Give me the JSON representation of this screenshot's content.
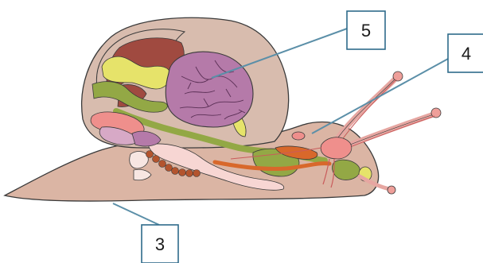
{
  "labels": [
    {
      "id": "5",
      "text": "5"
    },
    {
      "id": "4",
      "text": "4"
    },
    {
      "id": "3",
      "text": "3"
    }
  ],
  "colors": {
    "body": "#d9b3a3",
    "shell": "#d8bdb0",
    "outline": "#3a3a3a",
    "lung_purple": "#b57aa9",
    "liver_brown": "#a04a40",
    "gland_yellow": "#e6e36a",
    "gut_green": "#93a845",
    "orange_duct": "#d8682b",
    "pink_organ": "#ef8f8c",
    "light_pink": "#f4d0d0",
    "brown_eggs": "#b3542e",
    "label_border": "#2e6b8a",
    "leader_line": "#5b8fa8"
  }
}
